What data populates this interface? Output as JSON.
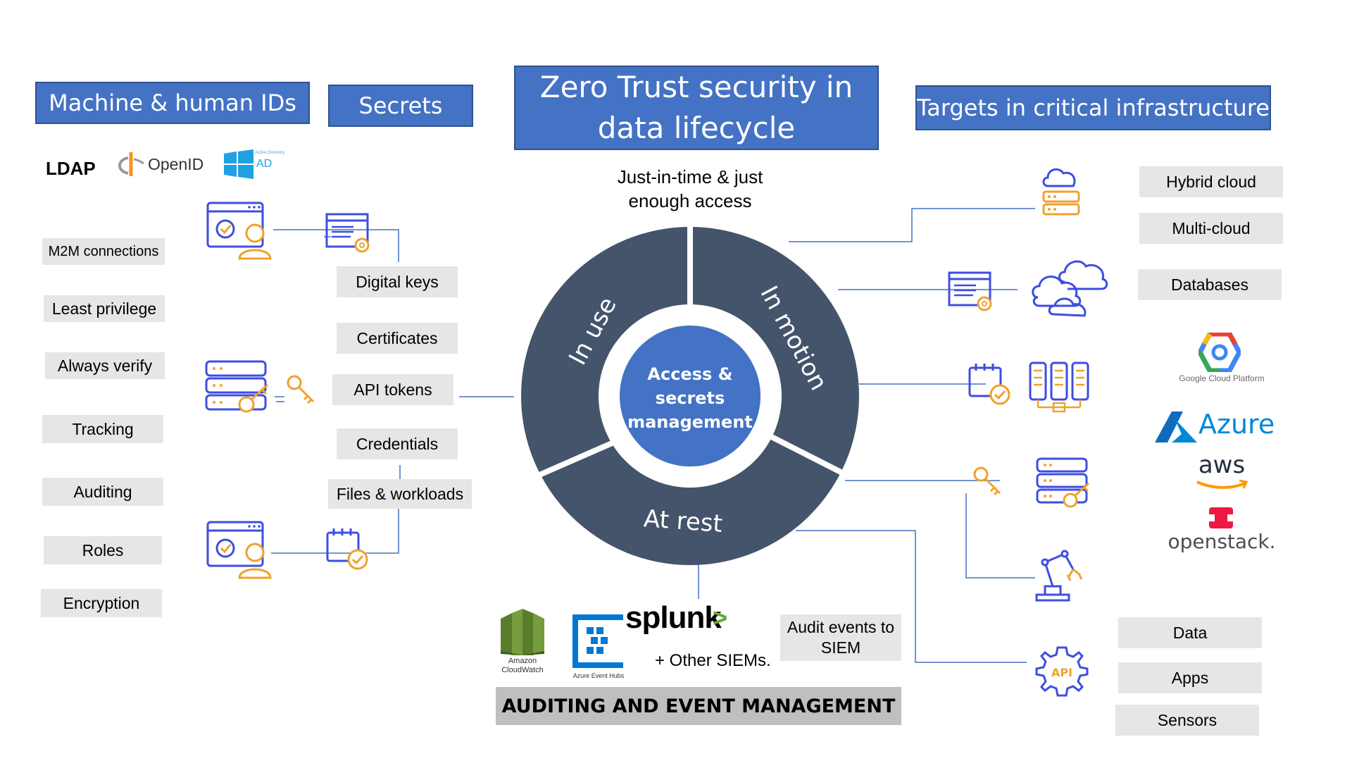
{
  "headers": {
    "ids": "Machine & human IDs",
    "secrets": "Secrets",
    "title_line1": "Zero Trust security in",
    "title_line2": "data lifecycle",
    "targets": "Targets in critical infrastructure"
  },
  "id_providers": {
    "ldap": "LDAP",
    "openid": "OpenID",
    "ad_caption": "Active Directory",
    "ad": "AD"
  },
  "principles": [
    "M2M connections",
    "Least privilege",
    "Always verify",
    "Tracking",
    "Auditing",
    "Roles",
    "Encryption"
  ],
  "secret_types": [
    "Digital keys",
    "Certificates",
    "API tokens",
    "Credentials",
    "Files & workloads"
  ],
  "wheel": {
    "top_label_line1": "Just-in-time & just",
    "top_label_line2": "enough access",
    "in_use": "In use",
    "in_motion": "In motion",
    "at_rest": "At rest",
    "center_line1": "Access &",
    "center_line2": "secrets",
    "center_line3": "management",
    "ring_color": "#44546a",
    "center_color": "#4472c4"
  },
  "targets": {
    "infra": [
      "Hybrid cloud",
      "Multi-cloud",
      "Databases"
    ],
    "clouds": {
      "gcp": "Google Cloud Platform",
      "azure": "Azure",
      "aws": "aws",
      "openstack": "openstack."
    },
    "assets": [
      "Data",
      "Apps",
      "Sensors"
    ]
  },
  "siem": {
    "cloudwatch_line1": "Amazon",
    "cloudwatch_line2": "CloudWatch",
    "eventhubs": "Azure Event Hubs",
    "splunk": "splunk",
    "splunk_mark": ">",
    "others": "+ Other SIEMs.",
    "audit_line1": "Audit events to",
    "audit_line2": "SIEM",
    "banner": "AUDITING AND EVENT MANAGEMENT"
  },
  "colors": {
    "header_blue": "#4472c4",
    "icon_blue": "#3d4ee0",
    "icon_orange": "#f0a12c",
    "tag_gray": "#e7e6e6",
    "banner_gray": "#bfbfbf"
  }
}
